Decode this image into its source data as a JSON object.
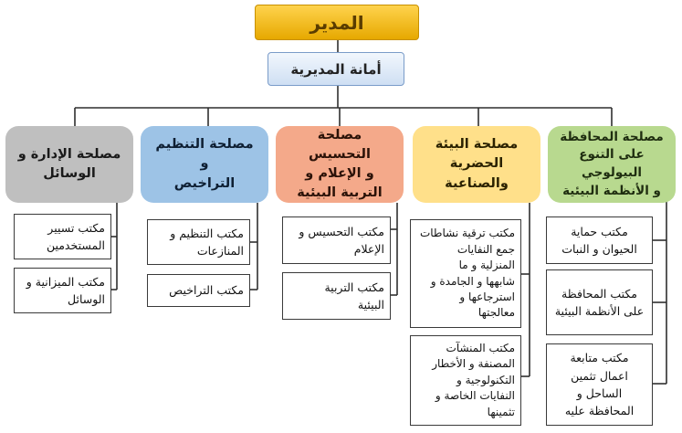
{
  "director": {
    "label": "المدير",
    "color": "#FFC000"
  },
  "secretariat": {
    "label": "أمانة المديرية",
    "color": "#DCE8F7"
  },
  "departments": [
    {
      "label": "مصلحة المحافظة\nعلى التنوع البيولوجي\nو الأنظمة البيئية",
      "color": "#B8D98F",
      "offices": [
        "مكتب حماية\nالحيوان و النبات",
        "مكتب المحافظة\nعلى الأنظمة البيئية",
        "مكتب متابعة\nاعمال تثمين\nالساحل و\nالمحافظة عليه"
      ]
    },
    {
      "label": "مصلحة البيئة\nالحضرية\nوالصناعية",
      "color": "#FFE08A",
      "offices": [
        "مكتب ترقية نشاطات\nجمع النفايات\nالمنزلية و ما\nشابهها و الجامدة و\nاسترجاعها و\nمعالجتها",
        "مكتب المنشآت\nالمصنفة و الأخطار\nالتكنولوجية و\nالنفايات الخاصة و\nتثمينها"
      ]
    },
    {
      "label": "مصلحة التحسيس\nو الإعلام و\nالتربية البيئية",
      "color": "#F4A98A",
      "offices": [
        "مكتب التحسيس و\nالإعلام",
        "مكتب التربية\nالبيئية"
      ]
    },
    {
      "label": "مصلحة التنظيم و\nالتراخيص",
      "color": "#9DC3E6",
      "offices": [
        "مكتب التنظيم و\nالمنازعات",
        "مكتب التراخيص"
      ]
    },
    {
      "label": "مصلحة الإدارة و\nالوسائل",
      "color": "#BFBFBF",
      "offices": [
        "مكتب تسيير\nالمستخدمين",
        "مكتب الميزانية و\nالوسائل"
      ]
    }
  ]
}
